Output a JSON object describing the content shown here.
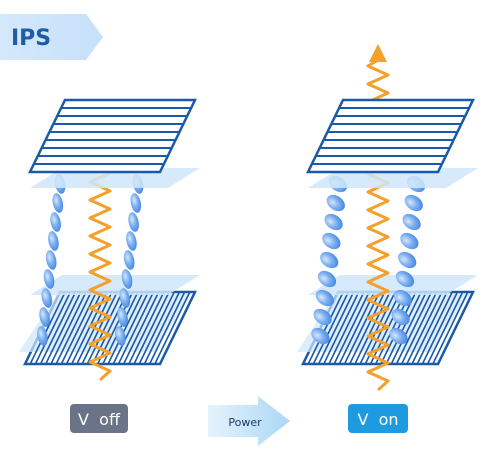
{
  "header": {
    "tag_label": "IPS"
  },
  "states": {
    "off": {
      "label": "V  off",
      "badge_color": "#6b7486"
    },
    "on": {
      "label": "V  on",
      "badge_color": "#1e9be0"
    }
  },
  "transition": {
    "label": "Power"
  },
  "colors": {
    "polarizer": "#1a5aa8",
    "crystal": "#3a86e8",
    "light": "#f4a02c",
    "glass": "#cfe6fb",
    "tag_bg": "#d6e9fb",
    "tag_text": "#1f5da6",
    "arrow_bg": "#bfe0f8"
  }
}
